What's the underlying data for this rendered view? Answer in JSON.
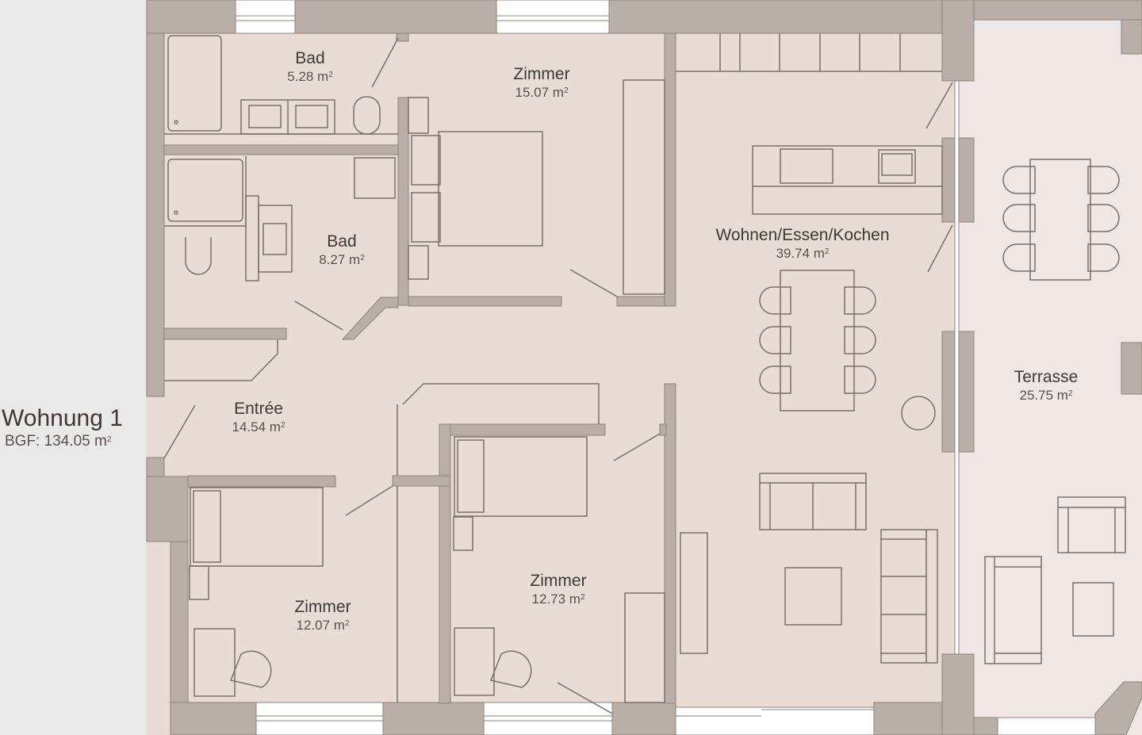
{
  "unit": {
    "title": "Wohnung 1",
    "bgf_label": "BGF: 134.05 m",
    "bgf_sup": "2"
  },
  "rooms": [
    {
      "id": "bad-1",
      "name": "Bad",
      "area": "5.28 m",
      "sup": "2"
    },
    {
      "id": "zimmer-1",
      "name": "Zimmer",
      "area": "15.07 m",
      "sup": "2"
    },
    {
      "id": "bad-2",
      "name": "Bad",
      "area": "8.27 m",
      "sup": "2"
    },
    {
      "id": "wohnen",
      "name": "Wohnen/Essen/Kochen",
      "area": "39.74 m",
      "sup": "2"
    },
    {
      "id": "entree",
      "name": "Entrée",
      "area": "14.54 m",
      "sup": "2"
    },
    {
      "id": "terrasse",
      "name": "Terrasse",
      "area": "25.75 m",
      "sup": "2"
    },
    {
      "id": "zimmer-2",
      "name": "Zimmer",
      "area": "12.73 m",
      "sup": "2"
    },
    {
      "id": "zimmer-3",
      "name": "Zimmer",
      "area": "12.07 m",
      "sup": "2"
    }
  ],
  "colors": {
    "background": "#e9e9e9",
    "floor_interior": "#e8dcd4",
    "floor_terrace": "#f1e6e4",
    "wall": "#b9aea8",
    "line": "#7a6f6a",
    "window": "#ffffff",
    "text": "#3f3835"
  },
  "icons": {
    "bed": "bed-icon",
    "sofa": "sofa-icon",
    "dining_table": "dining-table-icon",
    "chair": "chair-icon",
    "bathtub": "bathtub-icon",
    "toilet": "toilet-icon",
    "sink": "sink-icon",
    "desk": "desk-icon",
    "kitchen_island": "kitchen-island-icon",
    "door_swing": "door-swing-icon",
    "window": "window-icon",
    "plant": "plant-icon"
  }
}
